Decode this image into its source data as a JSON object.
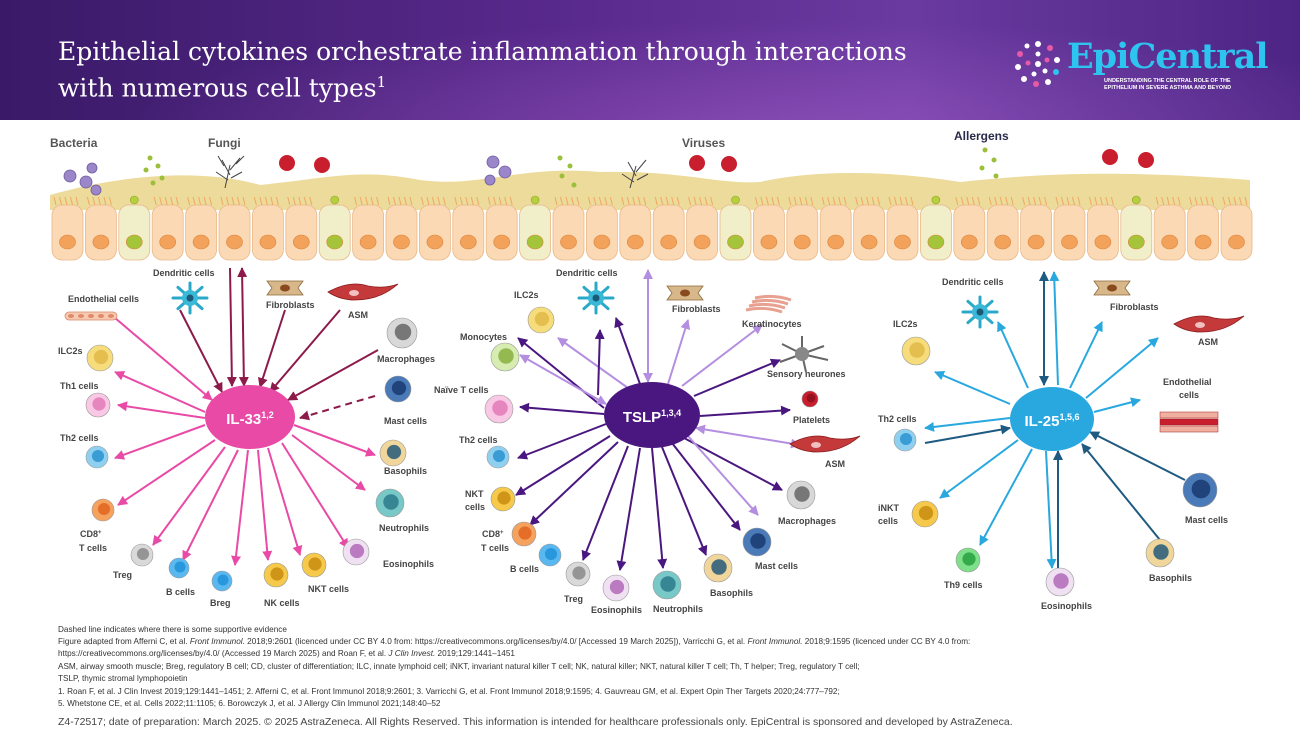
{
  "header": {
    "title_main": "Epithelial cytokines orchestrate inflammation through interactions with numerous cell types",
    "title_sup": "1",
    "logo_word": "EpiCentral",
    "logo_tagline": "UNDERSTANDING THE CENTRAL ROLE OF THE EPITHELIUM IN SEVERE ASTHMA AND BEYOND"
  },
  "colors": {
    "header_purple": "#4d2585",
    "il33_pink": "#e84aa6",
    "tslp_purple": "#4a1780",
    "il25_blue": "#29a8e0",
    "epithelium_yellow": "#ecdb9a"
  },
  "triggers": {
    "bacteria": "Bacteria",
    "fungi": "Fungi",
    "viruses": "Viruses",
    "allergens": "Allergens"
  },
  "il33": {
    "name": "IL-33",
    "refs": "1,2",
    "cells": {
      "endothelial": "Endothelial cells",
      "dendritic": "Dendritic cells",
      "fibroblasts": "Fibroblasts",
      "asm": "ASM",
      "ilc2s": "ILC2s",
      "macrophages": "Macrophages",
      "th1": "Th1 cells",
      "mast": "Mast cells",
      "th2": "Th2 cells",
      "basophils": "Basophils",
      "neutrophils": "Neutrophils",
      "cd8_a": "CD8",
      "cd8_sup": "+",
      "cd8_b": "T cells",
      "eosinophils": "Eosinophils",
      "treg": "Treg",
      "b_cells": "B cells",
      "breg": "Breg",
      "nk": "NK cells",
      "nkt": "NKT cells"
    }
  },
  "tslp": {
    "name": "TSLP",
    "refs": "1,3,4",
    "cells": {
      "dendritic": "Dendritic cells",
      "ilc2s": "ILC2s",
      "fibroblasts": "Fibroblasts",
      "keratinocytes": "Keratinocytes",
      "monocytes": "Monocytes",
      "sensory": "Sensory neurones",
      "naive_t": "Naïve T cells",
      "platelets": "Platelets",
      "th2": "Th2 cells",
      "asm": "ASM",
      "nkt_a": "NKT",
      "nkt_b": "cells",
      "macrophages": "Macrophages",
      "cd8_a": "CD8",
      "cd8_sup": "+",
      "cd8_b": "T cells",
      "mast": "Mast cells",
      "b_cells": "B cells",
      "treg": "Treg",
      "basophils": "Basophils",
      "eosinophils": "Eosinophils",
      "neutrophils": "Neutrophils"
    }
  },
  "il25": {
    "name": "IL-25",
    "refs": "1,5,6",
    "cells": {
      "dendritic": "Dendritic cells",
      "fibroblasts": "Fibroblasts",
      "ilc2s": "ILC2s",
      "asm": "ASM",
      "endothelial_a": "Endothelial",
      "endothelial_b": "cells",
      "th2": "Th2 cells",
      "inkt_a": "iNKT",
      "inkt_b": "cells",
      "mast": "Mast cells",
      "th9": "Th9 cells",
      "eosinophils": "Eosinophils",
      "basophils": "Basophils"
    }
  },
  "footnotes": {
    "dashed_note": "Dashed line indicates where there is some supportive evidence",
    "adapted_1a": "Figure adapted from Afferni C, et al. ",
    "adapted_1b": "Front Immunol.",
    "adapted_1c": " 2018;9:2601 (licenced under CC BY 4.0 from: https://creativecommons.org/licenses/by/4.0/ [Accessed 19 March 2025]), Varricchi G, et al. ",
    "adapted_1d": "Front Immunol.",
    "adapted_1e": " 2018;9:1595 (licenced under CC BY 4.0 from:",
    "adapted_2a": "https://creativecommons.org/licenses/by/4.0/ (Accessed 19 March 2025) and Roan F, et al. ",
    "adapted_2b": "J Clin Invest.",
    "adapted_2c": " 2019;129:1441–1451",
    "abbrev_1": "ASM, airway smooth muscle; Breg, regulatory B cell; CD, cluster of differentiation; ILC, innate lymphoid cell; iNKT, invariant natural killer T cell; NK, natural killer; NKT, natural killer T cell; Th, T helper; Treg, regulatory T cell;",
    "abbrev_2": "TSLP, thymic stromal lymphopoietin",
    "refs_1": "1. Roan F, et al. J Clin Invest 2019;129:1441–1451; 2. Afferni C, et al. Front Immunol 2018;9:2601; 3. Varricchi G, et al. Front Immunol 2018;9:1595; 4. Gauvreau GM, et al. Expert Opin Ther Targets 2020;24:777–792;",
    "refs_2": "5. Whetstone CE, et al. Cells 2022;11:1105; 6. Borowczyk J, et al. J Allergy Clin Immunol 2021;148:40–52"
  },
  "copyright": "Z4-72517; date of preparation: March 2025. © 2025 AstraZeneca. All Rights Reserved. This information is intended for healthcare professionals only. EpiCentral is sponsored and developed by AstraZeneca."
}
